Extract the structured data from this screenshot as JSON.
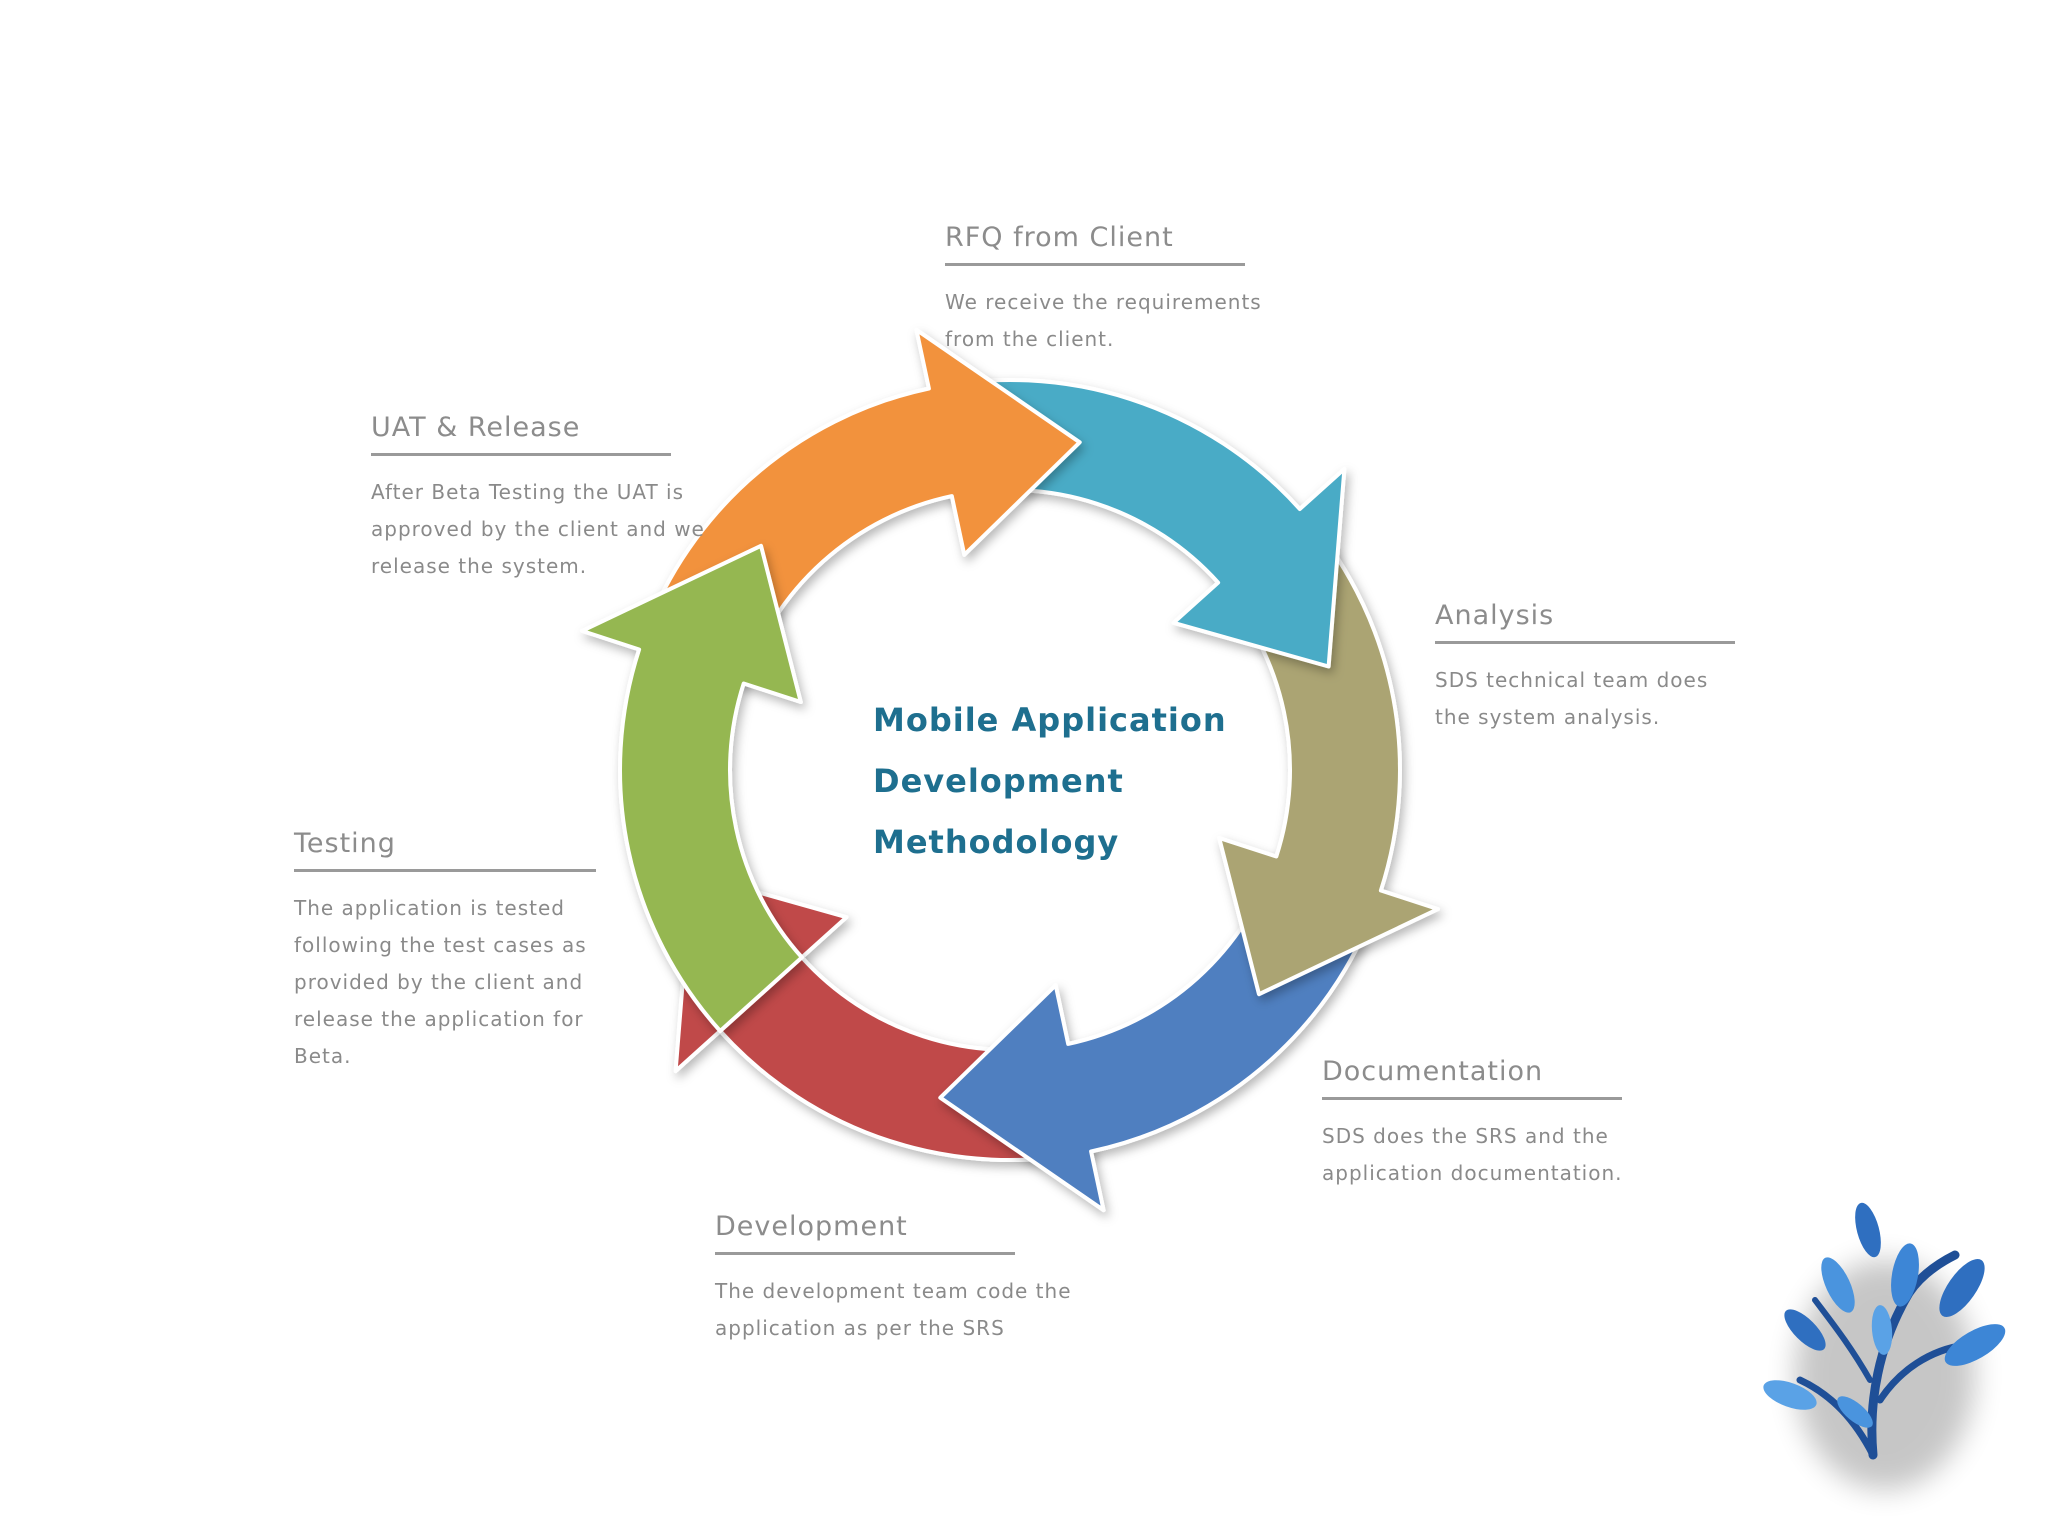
{
  "center": {
    "line1": "Mobile Application",
    "line2": "Development",
    "line3": "Methodology"
  },
  "steps": [
    {
      "title": "RFQ from Client",
      "desc": "We receive the requirements from the client.",
      "color": "#f2923d"
    },
    {
      "title": "Analysis",
      "desc": "SDS technical team does the system analysis.",
      "color": "#4aabc6"
    },
    {
      "title": "Documentation",
      "desc": "SDS does the SRS and the application documentation.",
      "color": "#aba473"
    },
    {
      "title": "Development",
      "desc": "The development team code the application as per the SRS",
      "color": "#4f7fc0"
    },
    {
      "title": "Testing",
      "desc": "The application is tested following the test cases as provided by the client and release the application for Beta.",
      "color": "#c04a4a"
    },
    {
      "title": "UAT & Release",
      "desc": "After Beta Testing the UAT is approved by the client and we release the system.",
      "color": "#95b751"
    }
  ],
  "logo": {
    "icon": "tree-leaves-logo-icon",
    "color": "#2f6fc0"
  }
}
